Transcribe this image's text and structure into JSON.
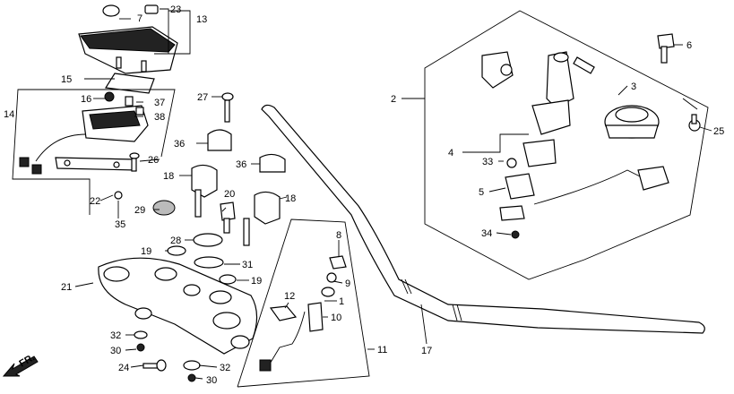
{
  "callouts": {
    "n1": "1",
    "n2": "2",
    "n3": "3",
    "n4": "4",
    "n5": "5",
    "n6": "6",
    "n7": "7",
    "n8": "8",
    "n9": "9",
    "n10": "10",
    "n11": "11",
    "n12": "12",
    "n13": "13",
    "n14": "14",
    "n15": "15",
    "n16": "16",
    "n17": "17",
    "n18a": "18",
    "n18b": "18",
    "n19a": "19",
    "n19b": "19",
    "n20": "20",
    "n21": "21",
    "n22": "22",
    "n23": "23",
    "n24": "24",
    "n25": "25",
    "n26": "26",
    "n27": "27",
    "n28": "28",
    "n29": "29",
    "n30a": "30",
    "n30b": "30",
    "n31": "31",
    "n32a": "32",
    "n32b": "32",
    "n33": "33",
    "n34": "34",
    "n35": "35",
    "n36a": "36",
    "n36b": "36",
    "n37": "37",
    "n38": "38"
  },
  "direction_label": "FR."
}
